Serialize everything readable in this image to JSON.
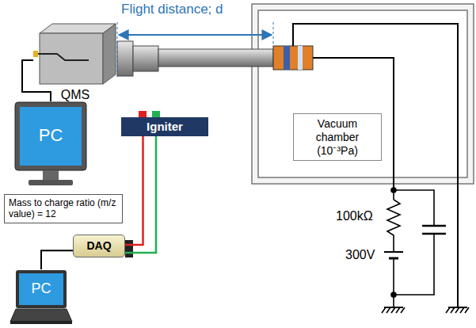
{
  "diagram": {
    "nodes": [
      {
        "text": [
          "QMS"
        ]
      },
      {
        "text": [
          "Vacuum chamber (10⁻³Pa)"
        ]
      },
      {
        "text": [
          "PC"
        ]
      },
      {
        "text": [
          "Igniter"
        ]
      },
      {
        "text": [
          "Mass to charge ratio (m/z value) = 12"
        ]
      },
      {
        "text": [
          "DAQ"
        ]
      },
      {
        "text": [
          "PC"
        ]
      }
    ],
    "edges": [
      {
        "from": 0,
        "to": 2,
        "arrow": "none"
      },
      {
        "from": 3,
        "to": 5,
        "arrow": "none"
      },
      {
        "from": 3,
        "to": 5,
        "arrow": "none"
      },
      {
        "from": 5,
        "to": 6,
        "arrow": "none"
      }
    ],
    "labels": [
      "Flight distance; d",
      "100kΩ",
      "300V"
    ]
  }
}
